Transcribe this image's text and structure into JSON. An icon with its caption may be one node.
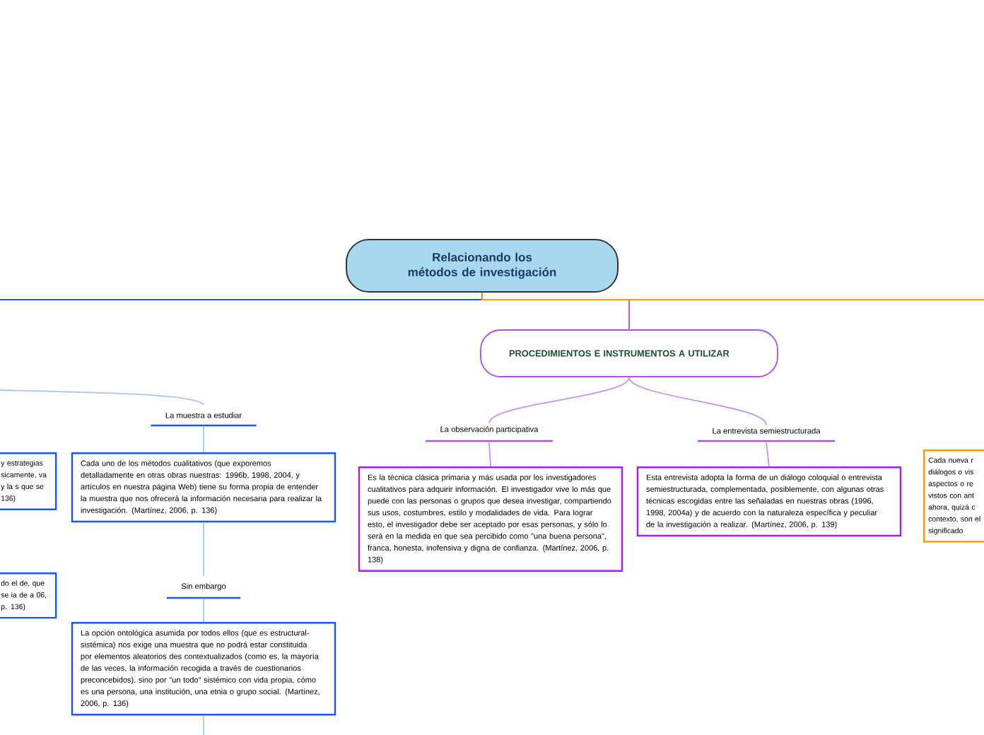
{
  "diagram": {
    "nodes": [
      {
        "text": [
          "Relacionando los métodos de investigación"
        ]
      },
      {
        "text": [
          "PROCEDIMIENTOS E INSTRUMENTOS A UTILIZAR"
        ]
      },
      {
        "text": [
          "La observación participativa"
        ]
      },
      {
        "text": [
          "La entrevista semiestructurada"
        ]
      },
      {
        "text": [
          "Es la técnica clásica primaria y más usada por los investigadores cualitativos para adquirir información. El investigador vive lo más que puede con las personas o grupos que desea investigar, compartiendo sus usos, costumbres, estilo y modalidades de vida. Para lograr esto, el investigador debe ser aceptado por esas personas, y sólo lo será en la medida en que sea percibido como \"una buena persona\", franca, honesta, inofensiva y digna de confianza. (Martínez, 2006, p. 138)"
        ]
      },
      {
        "text": [
          "Esta entrevista adopta la forma de un diálogo coloquial o entrevista semiestructurada, complementada, posiblemente, con algunas otras técnicas escogidas entre las señaladas en nuestras obras (1996, 1998, 2004a) y de acuerdo con la naturaleza específica y peculiar de la investigación a realizar. (Martínez, 2006, p. 139)"
        ]
      },
      {
        "text": [
          "La muestra a estudiar"
        ]
      },
      {
        "text": [
          "Cada uno de los métodos cualitativos (que exporemos detalladamente en otras obras nuestras: 1996b, 1998, 2004, y artículos en nuestra página Web) tiene su forma propia de entender la muestra que nos ofrecerá la información necesaria para realizar la investigación. (Martínez, 2006, p. 136)"
        ]
      },
      {
        "text": [
          "Sin embargo"
        ]
      },
      {
        "text": [
          "La opción ontológica asumida por todos ellos (que es estructural-sistémica) nos exige una muestra que no podrá estar constituida por elementos aleatorios des contextualizados (como es, la mayoría de las veces, la información recogida a través de cuestionarios preconcebidos), sino por \"un todo\" sistémico con vida propia, cómo es una persona, una institución, una etnia o grupo social. (Martínez, 2006, p. 136)"
        ]
      },
      {
        "text": [
          "y estrategias sicamente, va y la s que se 136)"
        ]
      },
      {
        "text": [
          "do el de, que se ia de a 06, p. 136)"
        ]
      },
      {
        "text": [
          "Cada nueva r diálogos o vis aspectos o re vistos con ant ahora, quizá c contexto, son el significado"
        ]
      }
    ],
    "edges": [
      {
        "from": 0,
        "to": 1,
        "arrow": "none",
        "color": "#b04ce8"
      },
      {
        "from": 0,
        "to": null,
        "arrow": "none",
        "color": "#1a56f0"
      },
      {
        "from": 0,
        "to": null,
        "arrow": "none",
        "color": "#ff9900"
      },
      {
        "from": 1,
        "to": 2,
        "arrow": "none",
        "color": "#c890f0"
      },
      {
        "from": 1,
        "to": 3,
        "arrow": "none",
        "color": "#c890f0"
      },
      {
        "from": 2,
        "to": 4,
        "arrow": "none",
        "color": "#c890f0"
      },
      {
        "from": 3,
        "to": 5,
        "arrow": "none",
        "color": "#c890f0"
      },
      {
        "from": null,
        "to": 6,
        "arrow": "none",
        "color": "#a8c4f4"
      },
      {
        "from": 6,
        "to": 7,
        "arrow": "none",
        "color": "#a8c4f4"
      },
      {
        "from": 7,
        "to": 8,
        "arrow": "none",
        "color": "#a8c4f4"
      },
      {
        "from": 8,
        "to": 9,
        "arrow": "none",
        "color": "#a8c4f4"
      },
      {
        "from": 9,
        "to": null,
        "arrow": "none",
        "color": "#a8c4f4"
      }
    ]
  }
}
